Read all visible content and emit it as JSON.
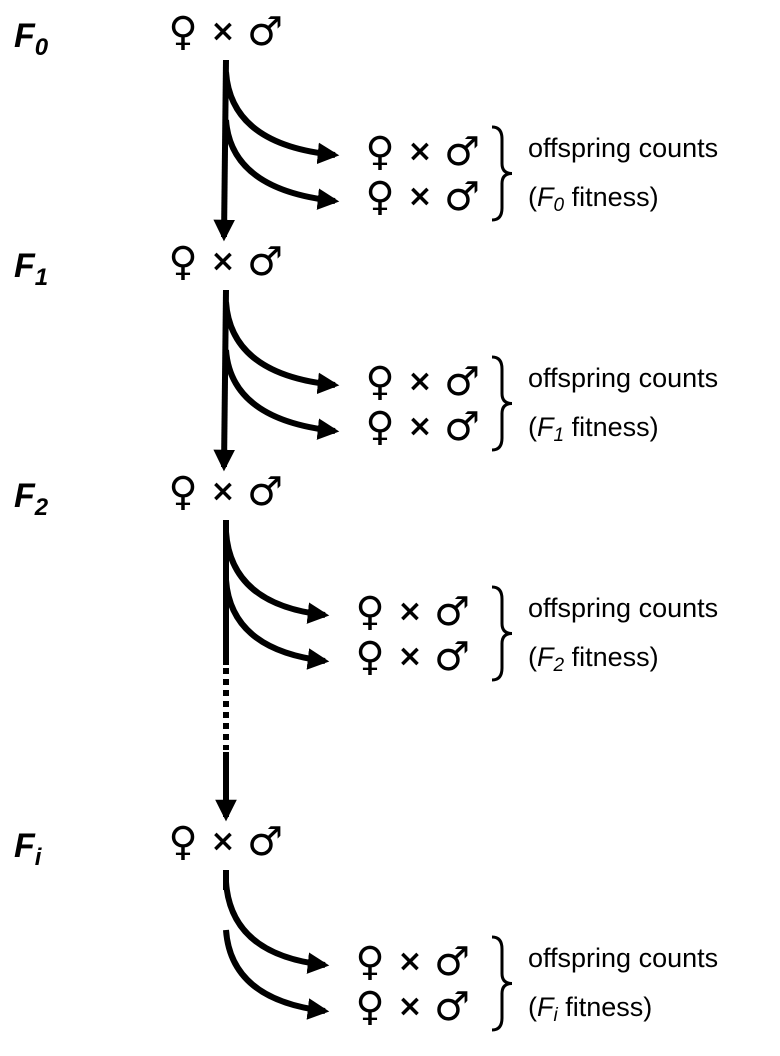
{
  "symbols": {
    "female": "♀",
    "cross": "×",
    "male": "♂"
  },
  "generations": [
    {
      "id": "F0",
      "letter": "F",
      "sub": "0",
      "note_counts": "offspring counts",
      "note_open": "(",
      "note_letter": "F",
      "note_sub": "0",
      "note_fitness": " fitness)",
      "continuation": "solid"
    },
    {
      "id": "F1",
      "letter": "F",
      "sub": "1",
      "note_counts": "offspring counts",
      "note_open": "(",
      "note_letter": "F",
      "note_sub": "1",
      "note_fitness": " fitness)",
      "continuation": "solid"
    },
    {
      "id": "F2",
      "letter": "F",
      "sub": "2",
      "note_counts": "offspring counts",
      "note_open": "(",
      "note_letter": "F",
      "note_sub": "2",
      "note_fitness": " fitness)",
      "continuation": "dotted"
    },
    {
      "id": "Fi",
      "letter": "F",
      "sub": "i",
      "note_counts": "offspring counts",
      "note_open": "(",
      "note_letter": "F",
      "note_sub": "i",
      "note_fitness": " fitness)",
      "continuation": "none"
    }
  ]
}
